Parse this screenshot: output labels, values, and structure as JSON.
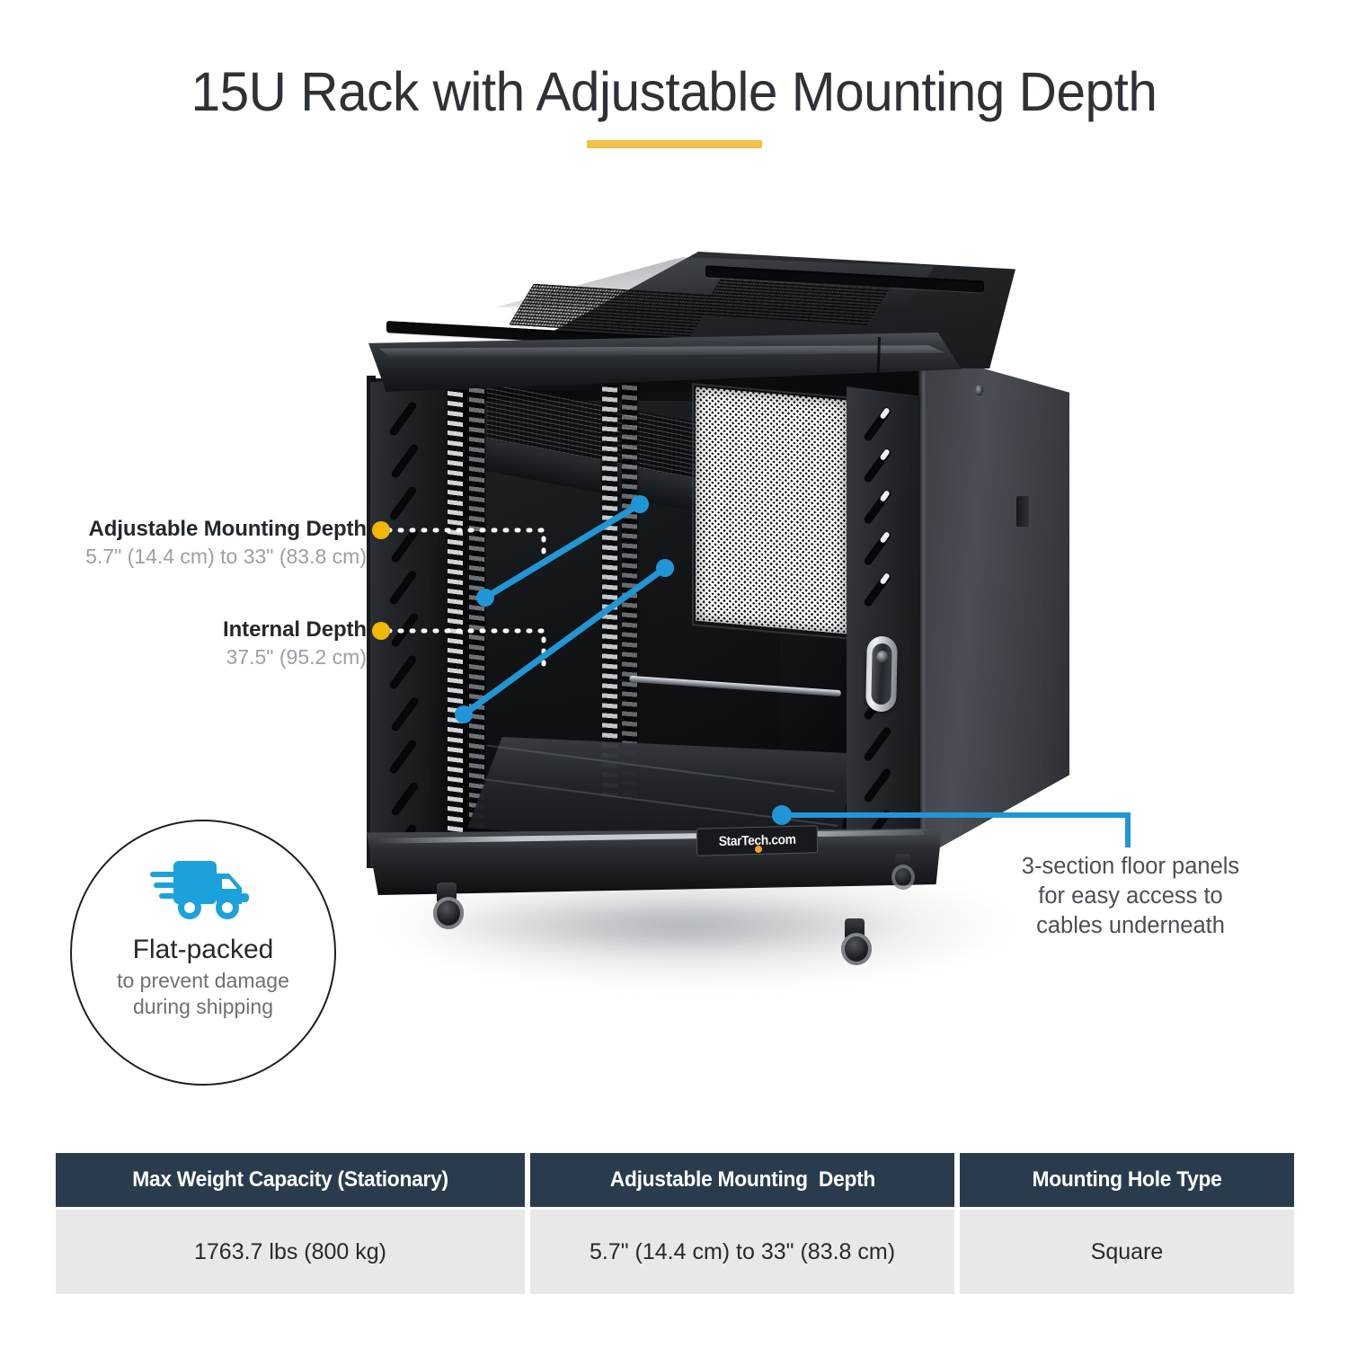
{
  "header": {
    "title": "15U Rack with Adjustable Mounting Depth",
    "underline_color": "#f2c14b"
  },
  "product": {
    "brand_label": "StarTech.com",
    "alt": "black 15U server rack cabinet with open front, mesh rear door, adjustable mounting rails and casters"
  },
  "callouts": [
    {
      "id": "adjustable-mounting-depth",
      "title": "Adjustable Mounting Depth",
      "value": "5.7\" (14.4 cm) to 33\" (83.8 cm)",
      "marker_color": "#f2b705",
      "leader_color": "#2196d6"
    },
    {
      "id": "internal-depth",
      "title": "Internal Depth",
      "value": "37.5\" (95.2 cm)",
      "marker_color": "#f2b705",
      "leader_color": "#2196d6"
    },
    {
      "id": "floor-panels",
      "lines": [
        "3-section floor panels",
        "for easy access to",
        "cables underneath"
      ],
      "leader_color": "#2196d6"
    }
  ],
  "badge": {
    "icon": "delivery-truck-icon",
    "icon_color": "#1ba1dc",
    "title": "Flat-packed",
    "subtitle_lines": [
      "to prevent damage",
      "during shipping"
    ]
  },
  "spec_table": {
    "header_bg": "#2a3b4d",
    "row_bg": "#e8e8e8",
    "headers": [
      "Max Weight Capacity (Stationary)",
      "Adjustable Mounting  Depth",
      "Mounting Hole Type"
    ],
    "rows": [
      [
        "1763.7 lbs (800 kg)",
        "5.7\" (14.4 cm) to 33\" (83.8 cm)",
        "Square"
      ]
    ]
  }
}
